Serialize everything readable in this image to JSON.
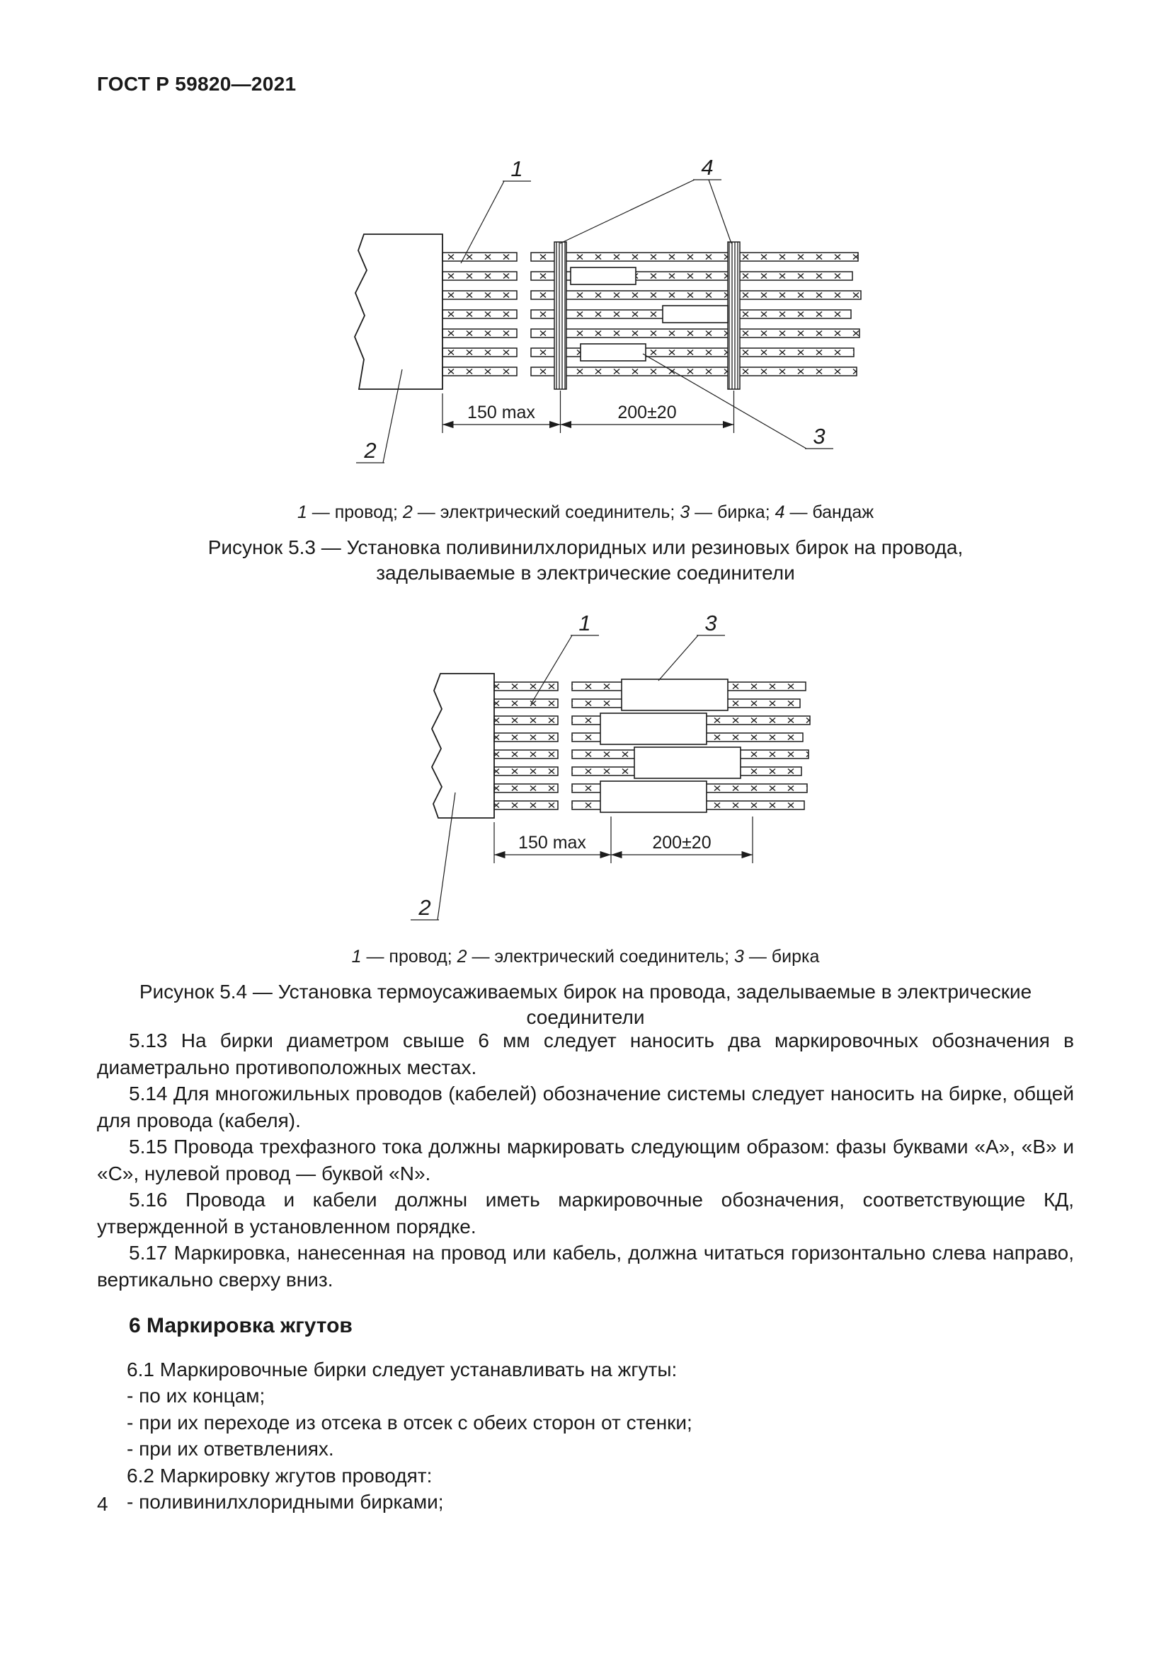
{
  "header": {
    "title": "ГОСТ Р 59820—2021"
  },
  "figure53": {
    "callout1": "1",
    "callout2": "2",
    "callout3": "3",
    "callout4": "4",
    "dim_left": "150 max",
    "dim_right": "200±20",
    "legend": [
      "1",
      " — провод; ",
      "2",
      " — электрический соединитель; ",
      "3",
      " — бирка; ",
      "4",
      " — бандаж"
    ],
    "caption_line1": "Рисунок 5.3 — Установка поливинилхлоридных или резиновых бирок на провода,",
    "caption_line2": "заделываемые в электрические соединители"
  },
  "figure54": {
    "callout1": "1",
    "callout2": "2",
    "callout3": "3",
    "dim_left": "150 max",
    "dim_right": "200±20",
    "legend": [
      "1",
      " — провод; ",
      "2",
      " — электрический соединитель; ",
      "3",
      " — бирка"
    ],
    "caption": "Рисунок 5.4 — Установка термоусаживаемых бирок на провода, заделываемые в электрические соединители"
  },
  "body": {
    "paragraphs": [
      "5.13 На бирки диаметром свыше 6 мм следует наносить два маркировочных обозначения в диаметрально противоположных местах.",
      "5.14 Для многожильных проводов (кабелей) обозначение системы следует наносить на бирке, общей для провода (кабеля).",
      "5.15 Провода трехфазного тока должны маркировать следующим образом: фазы буквами «А», «В» и «С», нулевой провод — буквой «N».",
      "5.16 Провода и кабели должны иметь маркировочные обозначения, соответствующие КД, утвержденной в установленном порядке.",
      "5.17 Маркировка, нанесенная на провод или кабель, должна читаться горизонтально слева направо, вертикально сверху вниз."
    ],
    "section6": {
      "heading": "6 Маркировка жгутов",
      "lines": [
        "6.1 Маркировочные бирки следует устанавливать на жгуты:",
        "- по их концам;",
        "- при их переходе из отсека в отсек с обеих сторон от стенки;",
        "- при их ответвлениях.",
        "6.2 Маркировку жгутов проводят:",
        "- поливинилхлоридными бирками;"
      ]
    }
  },
  "footer": {
    "page_number": "4"
  }
}
